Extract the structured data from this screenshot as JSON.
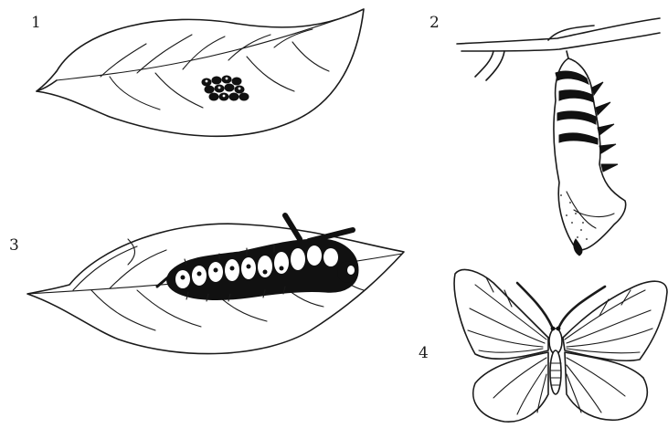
{
  "stages": [
    {
      "label": "1",
      "icon": "leaf-with-eggs"
    },
    {
      "label": "2",
      "icon": "chrysalis-on-twig"
    },
    {
      "label": "3",
      "icon": "caterpillar-on-leaf"
    },
    {
      "label": "4",
      "icon": "butterfly"
    }
  ],
  "colors": {
    "ink": "#1a1a1a",
    "background": "#ffffff"
  }
}
